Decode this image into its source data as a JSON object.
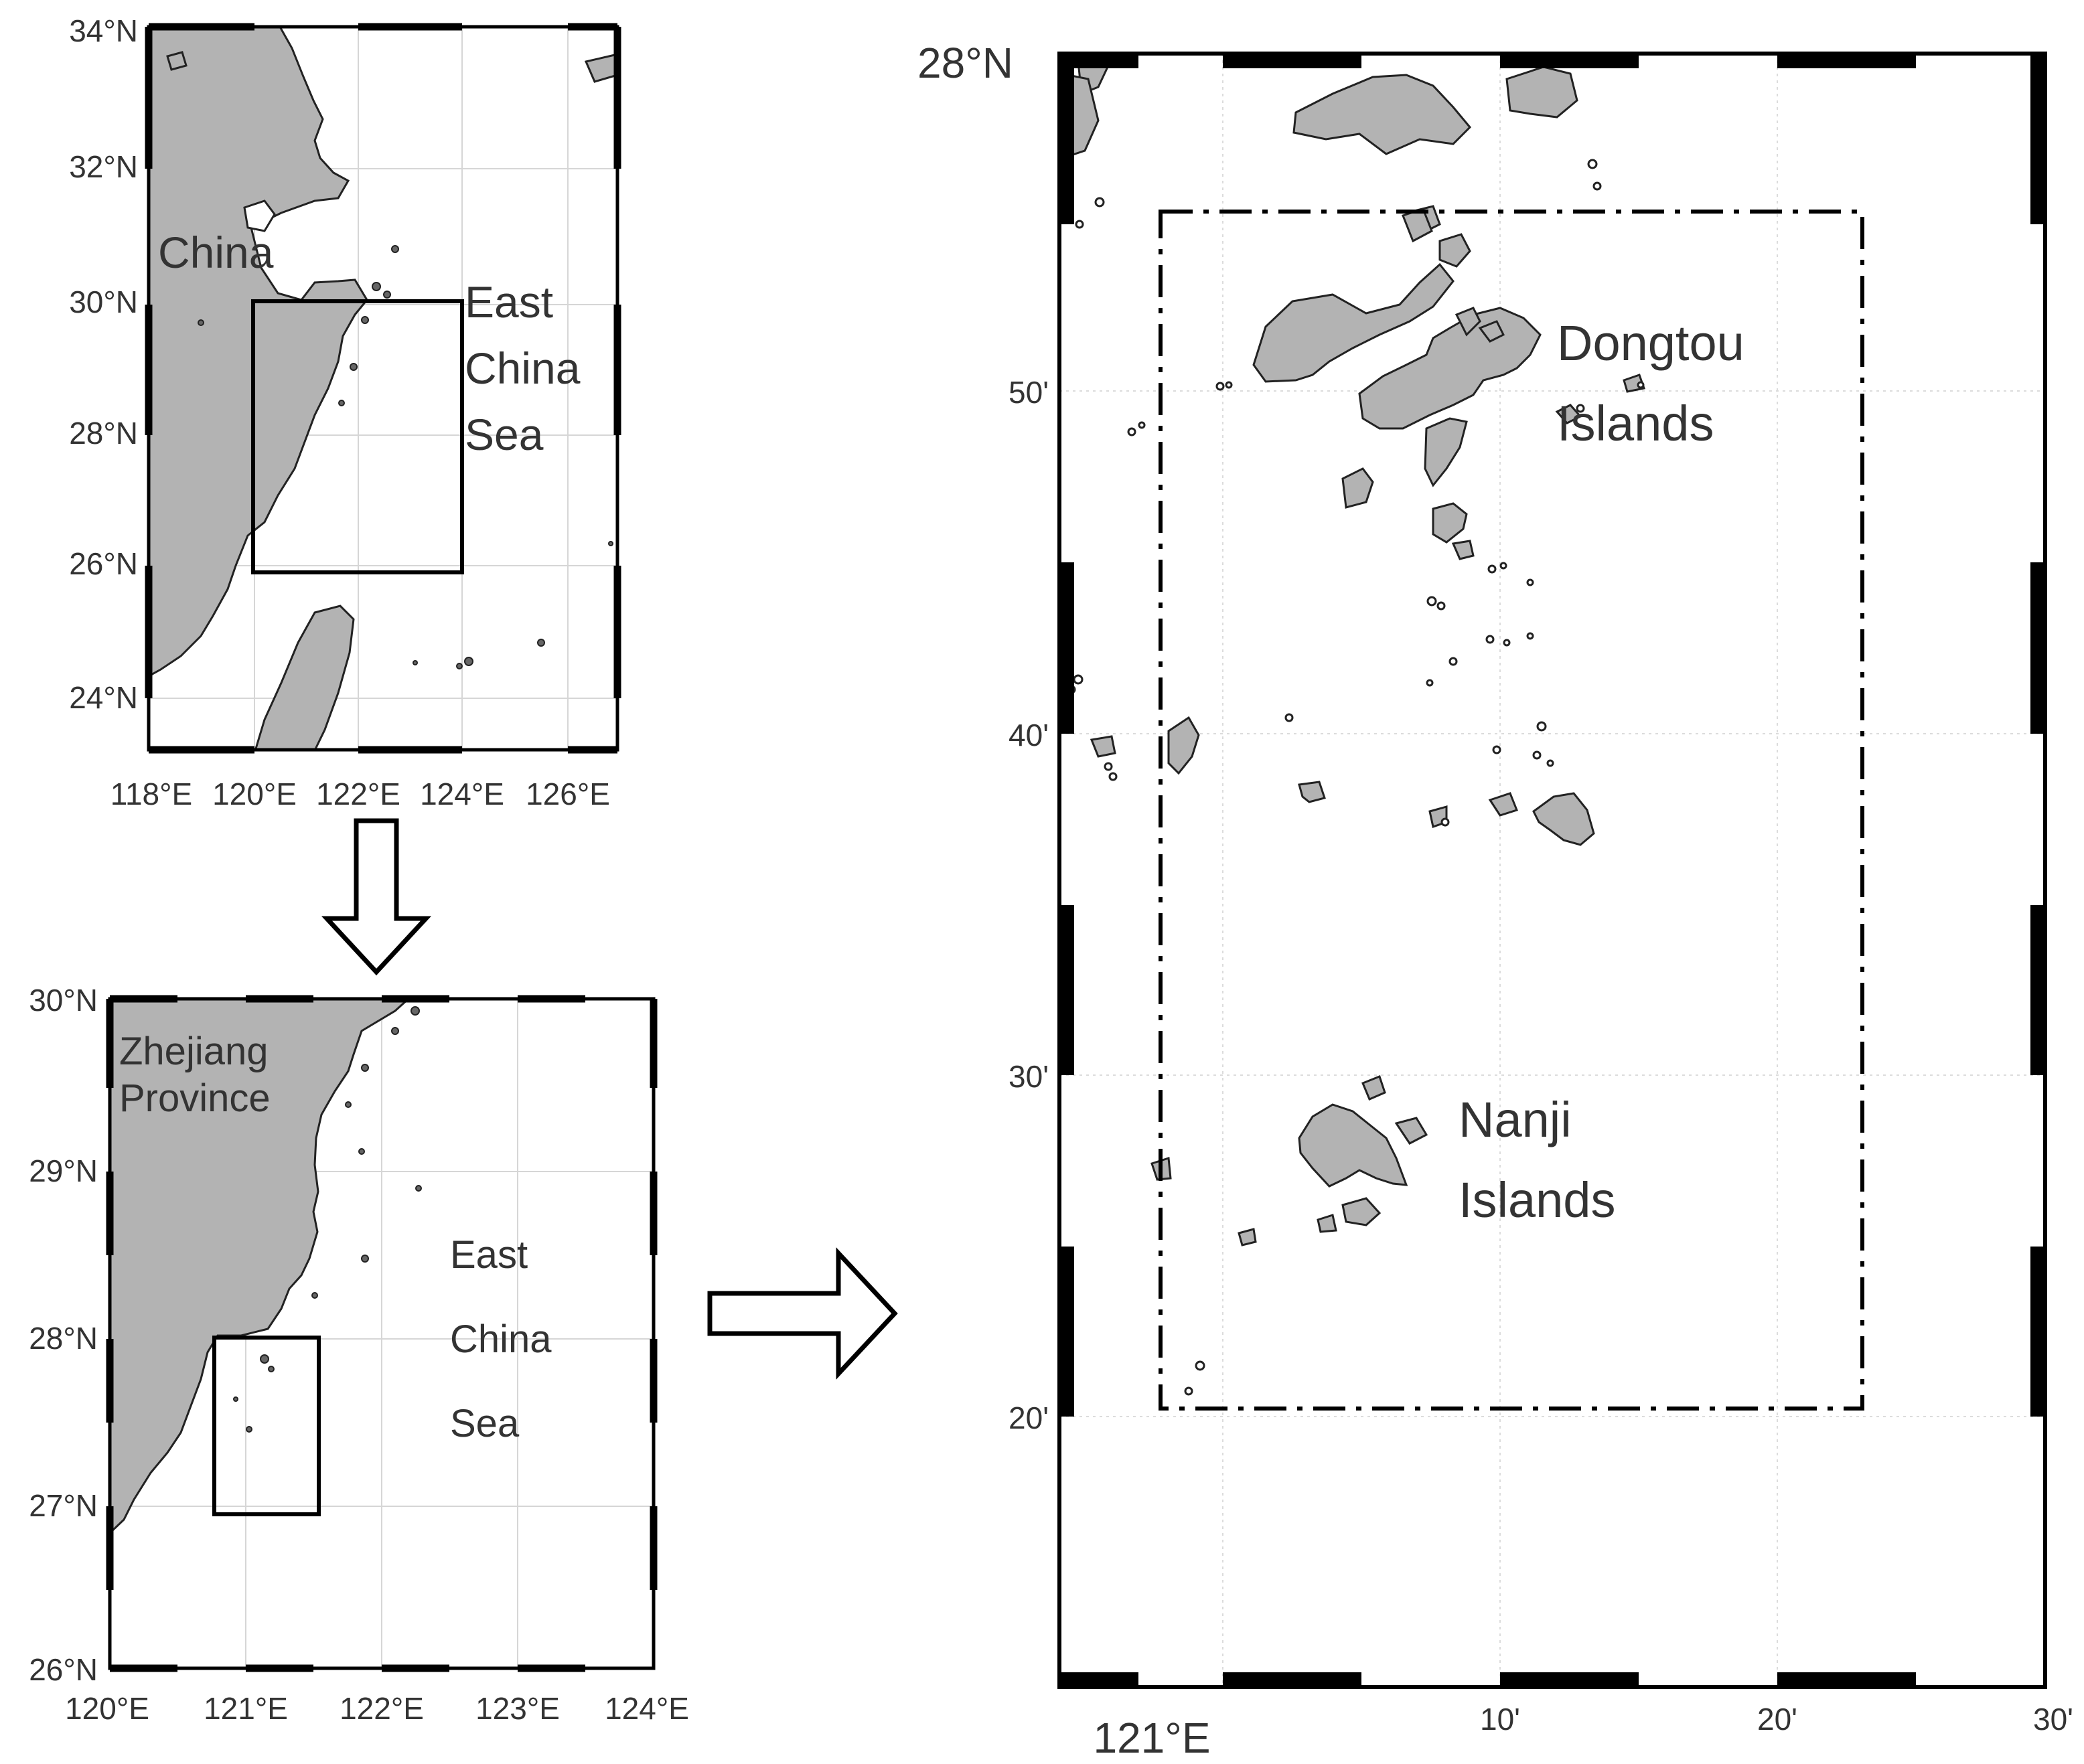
{
  "panel_a": {
    "lat_ticks": [
      "34°N",
      "32°N",
      "30°N",
      "28°N",
      "26°N",
      "24°N"
    ],
    "lon_ticks": [
      "118°E",
      "120°E",
      "122°E",
      "124°E",
      "126°E"
    ],
    "labels": {
      "land": "China",
      "sea_1": "East",
      "sea_2": "China",
      "sea_3": "Sea"
    }
  },
  "panel_b": {
    "lat_ticks": [
      "30°N",
      "29°N",
      "28°N",
      "27°N",
      "26°N"
    ],
    "lon_ticks": [
      "120°E",
      "121°E",
      "122°E",
      "123°E",
      "124°E"
    ],
    "labels": {
      "land_1": "Zhejiang",
      "land_2": "Province",
      "sea_1": "East",
      "sea_2": "China",
      "sea_3": "Sea"
    }
  },
  "panel_c": {
    "lat_ticks": [
      "28°N",
      "50'",
      "40'",
      "30'",
      "20'"
    ],
    "lon_ticks": [
      "121°E",
      "10'",
      "20'",
      "30'"
    ],
    "labels": {
      "dongtou_1": "Dongtou",
      "dongtou_2": "Islands",
      "nanji_1": "Nanji",
      "nanji_2": "Islands"
    }
  },
  "colors": {
    "land": "#b3b3b3",
    "frame": "#000000",
    "grid": "#cfcfcf"
  }
}
